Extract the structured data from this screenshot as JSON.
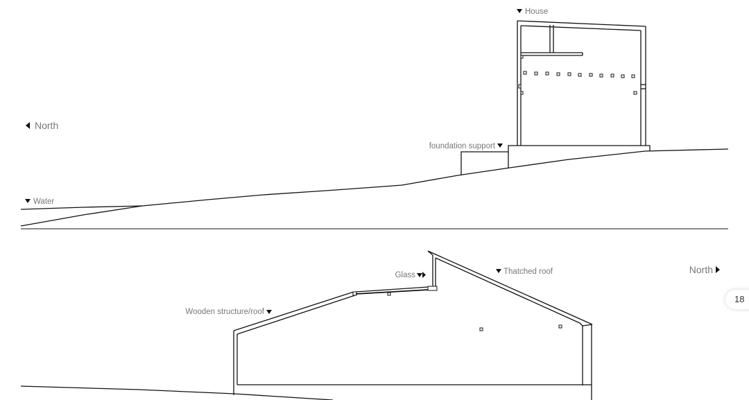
{
  "labels": {
    "house": "House",
    "north_top": "North",
    "foundation": "foundation support",
    "water": "Water",
    "glass": "Glass",
    "thatched_roof": "Thatched roof",
    "north_bottom": "North",
    "wooden_structure": "Wooden structure/roof"
  },
  "icons": {
    "down": "triangle-down-icon",
    "left": "triangle-left-icon",
    "right": "triangle-right-icon"
  },
  "page_number": "18"
}
